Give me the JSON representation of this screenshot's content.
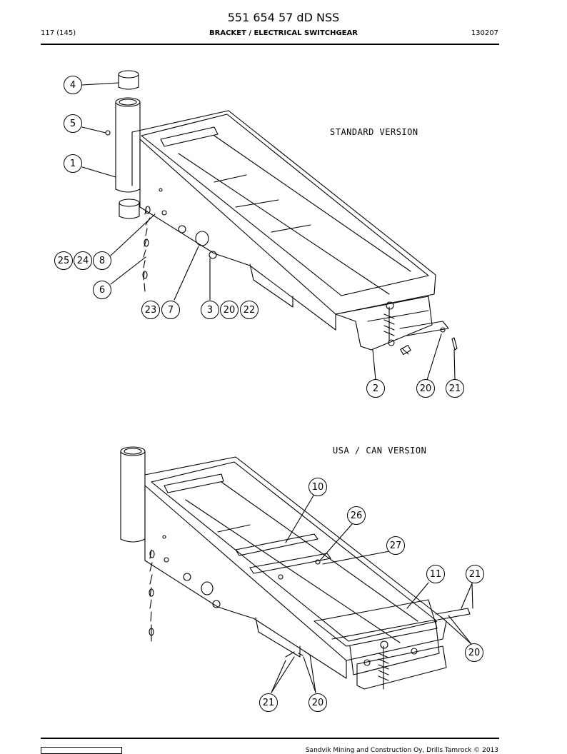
{
  "header": {
    "doc_number": "551 654 57 dD NSS",
    "page": "117 (145)",
    "title": "BRACKET / ELECTRICAL SWITCHGEAR",
    "date_code": "130207"
  },
  "drawings": {
    "standard": {
      "label": "STANDARD VERSION",
      "callouts": [
        "4",
        "5",
        "1",
        "25",
        "24",
        "8",
        "6",
        "23",
        "7",
        "3",
        "20",
        "22",
        "2",
        "20",
        "21"
      ]
    },
    "usa_can": {
      "label": "USA / CAN VERSION",
      "callouts": [
        "10",
        "26",
        "27",
        "11",
        "21",
        "20",
        "21",
        "20"
      ]
    }
  },
  "footer": {
    "copyright": "Sandvik Mining and Construction Oy, Drills Tamrock © 2013"
  }
}
